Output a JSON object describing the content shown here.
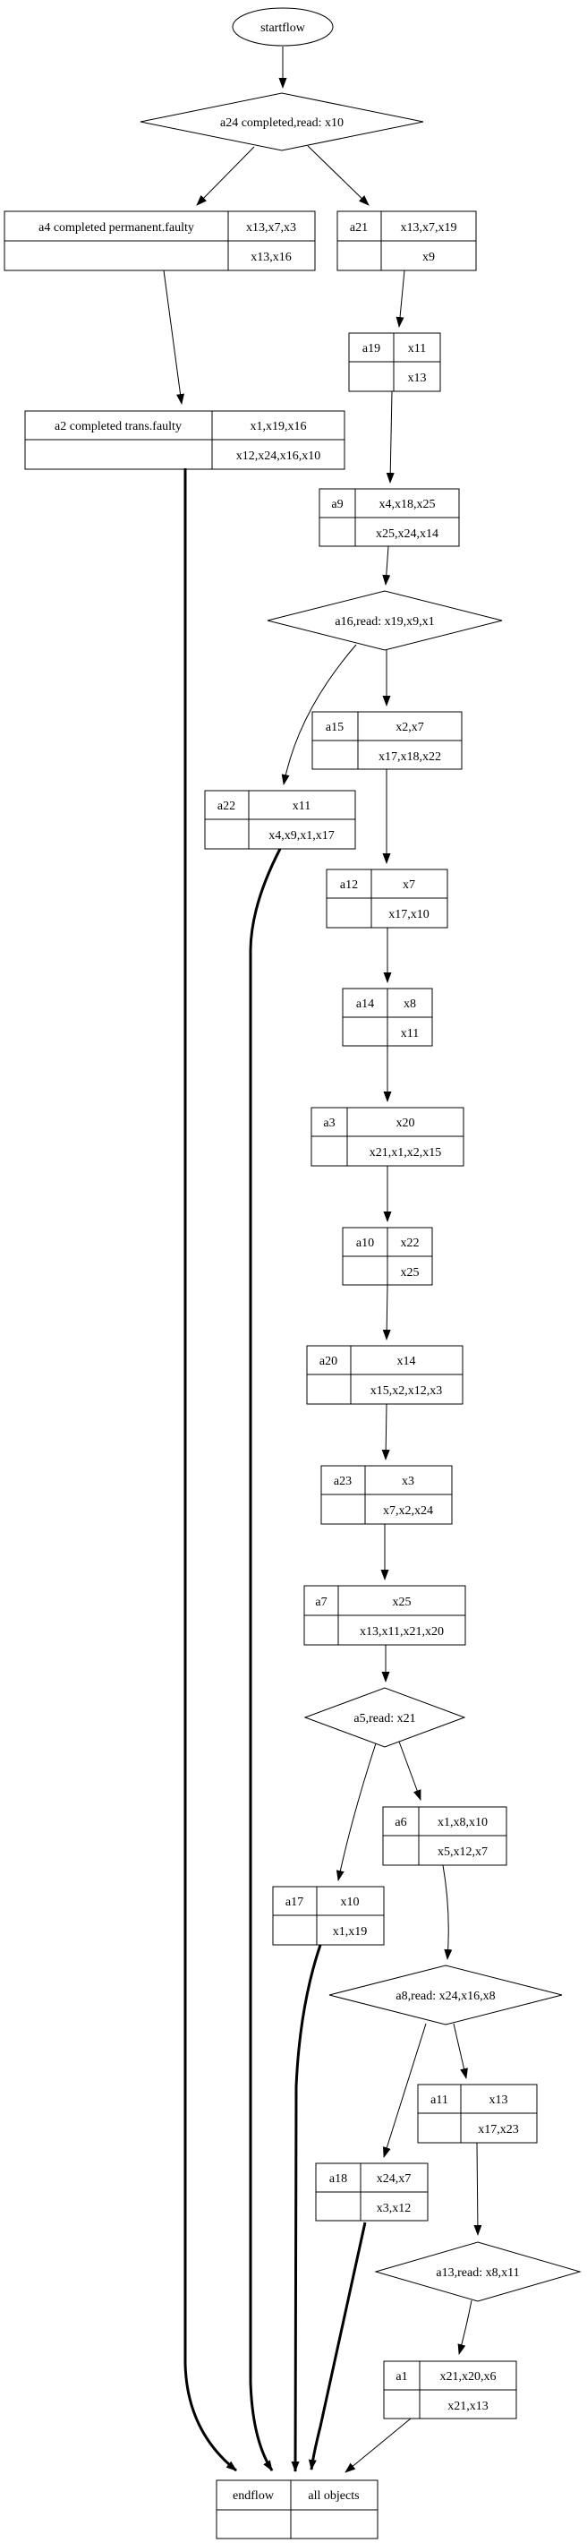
{
  "nodes": {
    "startflow": {
      "label": "startflow"
    },
    "a24": {
      "label": "a24 completed,read: x10"
    },
    "a4": {
      "name": "a4 completed permanent.faulty",
      "reads": "x13,x7,x3",
      "writes": "x13,x16"
    },
    "a21": {
      "name": "a21",
      "reads": "x13,x7,x19",
      "writes": "x9"
    },
    "a19": {
      "name": "a19",
      "reads": "x11",
      "writes": "x13"
    },
    "a2": {
      "name": "a2 completed trans.faulty",
      "reads": "x1,x19,x16",
      "writes": "x12,x24,x16,x10"
    },
    "a9": {
      "name": "a9",
      "reads": "x4,x18,x25",
      "writes": "x25,x24,x14"
    },
    "a16": {
      "label": "a16,read: x19,x9,x1"
    },
    "a15": {
      "name": "a15",
      "reads": "x2,x7",
      "writes": "x17,x18,x22"
    },
    "a22": {
      "name": "a22",
      "reads": "x11",
      "writes": "x4,x9,x1,x17"
    },
    "a12": {
      "name": "a12",
      "reads": "x7",
      "writes": "x17,x10"
    },
    "a14": {
      "name": "a14",
      "reads": "x8",
      "writes": "x11"
    },
    "a3": {
      "name": "a3",
      "reads": "x20",
      "writes": "x21,x1,x2,x15"
    },
    "a10": {
      "name": "a10",
      "reads": "x22",
      "writes": "x25"
    },
    "a20": {
      "name": "a20",
      "reads": "x14",
      "writes": "x15,x2,x12,x3"
    },
    "a23": {
      "name": "a23",
      "reads": "x3",
      "writes": "x7,x2,x24"
    },
    "a7": {
      "name": "a7",
      "reads": "x25",
      "writes": "x13,x11,x21,x20"
    },
    "a5": {
      "label": "a5,read: x21"
    },
    "a6": {
      "name": "a6",
      "reads": "x1,x8,x10",
      "writes": "x5,x12,x7"
    },
    "a17": {
      "name": "a17",
      "reads": "x10",
      "writes": "x1,x19"
    },
    "a8": {
      "label": "a8,read: x24,x16,x8"
    },
    "a11": {
      "name": "a11",
      "reads": "x13",
      "writes": "x17,x23"
    },
    "a18": {
      "name": "a18",
      "reads": "x24,x7",
      "writes": "x3,x12"
    },
    "a13": {
      "label": "a13,read: x8,x11"
    },
    "a1": {
      "name": "a1",
      "reads": "x21,x20,x6",
      "writes": "x21,x13"
    },
    "endflow": {
      "left": "endflow",
      "right": "all objects"
    }
  },
  "edges": [
    {
      "from": "startflow",
      "to": "a24",
      "bold": false
    },
    {
      "from": "a24",
      "to": "a4",
      "bold": false
    },
    {
      "from": "a24",
      "to": "a21",
      "bold": false
    },
    {
      "from": "a4",
      "to": "a2",
      "bold": false
    },
    {
      "from": "a21",
      "to": "a19",
      "bold": false
    },
    {
      "from": "a19",
      "to": "a9",
      "bold": false
    },
    {
      "from": "a9",
      "to": "a16",
      "bold": false
    },
    {
      "from": "a16",
      "to": "a15",
      "bold": false
    },
    {
      "from": "a16",
      "to": "a22",
      "bold": false
    },
    {
      "from": "a15",
      "to": "a12",
      "bold": false
    },
    {
      "from": "a12",
      "to": "a14",
      "bold": false
    },
    {
      "from": "a14",
      "to": "a3",
      "bold": false
    },
    {
      "from": "a3",
      "to": "a10",
      "bold": false
    },
    {
      "from": "a10",
      "to": "a20",
      "bold": false
    },
    {
      "from": "a20",
      "to": "a23",
      "bold": false
    },
    {
      "from": "a23",
      "to": "a7",
      "bold": false
    },
    {
      "from": "a7",
      "to": "a5",
      "bold": false
    },
    {
      "from": "a5",
      "to": "a17",
      "bold": false
    },
    {
      "from": "a5",
      "to": "a6",
      "bold": false
    },
    {
      "from": "a6",
      "to": "a8",
      "bold": false
    },
    {
      "from": "a8",
      "to": "a18",
      "bold": false
    },
    {
      "from": "a8",
      "to": "a11",
      "bold": false
    },
    {
      "from": "a11",
      "to": "a13",
      "bold": false
    },
    {
      "from": "a13",
      "to": "a1",
      "bold": false
    },
    {
      "from": "a1",
      "to": "endflow",
      "bold": false
    },
    {
      "from": "a2",
      "to": "endflow",
      "bold": true
    },
    {
      "from": "a22",
      "to": "endflow",
      "bold": true
    },
    {
      "from": "a17",
      "to": "endflow",
      "bold": true
    },
    {
      "from": "a18",
      "to": "endflow",
      "bold": true
    }
  ]
}
